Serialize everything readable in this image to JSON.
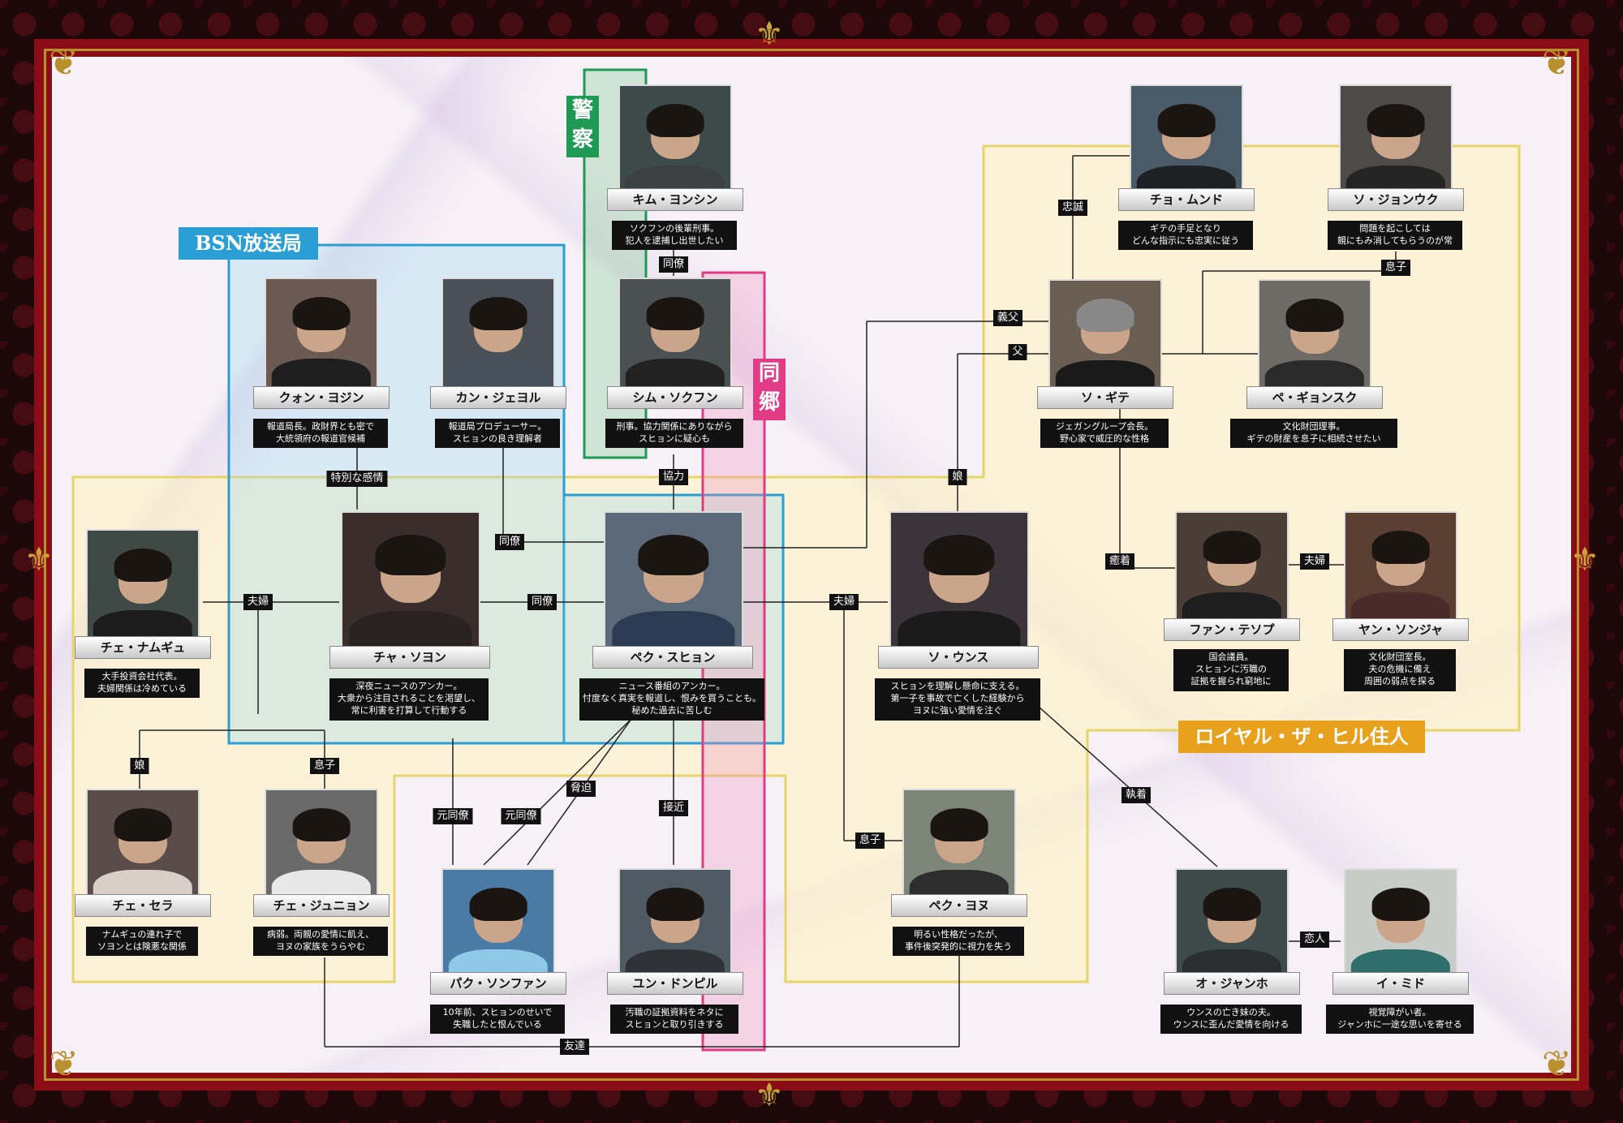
{
  "groups": {
    "police": "警察",
    "broadcast": "BSN放送局",
    "hometown": "同郷",
    "residents": "ロイヤル・ザ・ヒル住人"
  },
  "colors": {
    "police": "#1f9a55",
    "broadcast": "#2a9fd6",
    "hometown": "#e23b86",
    "residents": "#e8a11c",
    "frame": "#8a0c14"
  },
  "characters": [
    {
      "id": "kim",
      "name": "キム・ヨンシン",
      "desc": "ソクフンの後輩刑事。\n犯人を逮捕し出世したい"
    },
    {
      "id": "shim",
      "name": "シム・ソクフン",
      "desc": "刑事。協力関係にありながら\nスヒョンに疑心も"
    },
    {
      "id": "kwon",
      "name": "クォン・ヨジン",
      "desc": "報道局長。政財界とも密で\n大統領府の報道官候補"
    },
    {
      "id": "kang",
      "name": "カン・ジェヨル",
      "desc": "報道局プロデューサー。\nスヒョンの良き理解者"
    },
    {
      "id": "cha",
      "name": "チャ・ソヨン",
      "desc": "深夜ニュースのアンカー。\n大衆から注目されることを渇望し、\n常に利害を打算して行動する"
    },
    {
      "id": "baek",
      "name": "ペク・スヒョン",
      "desc": "ニュース番組のアンカー。\n忖度なく真実を報道し、恨みを買うことも。\n秘めた過去に苦しむ"
    },
    {
      "id": "choinam",
      "name": "チェ・ナムギュ",
      "desc": "大手投資会社代表。\n夫婦関係は冷めている"
    },
    {
      "id": "sera",
      "name": "チェ・セラ",
      "desc": "ナムギュの連れ子で\nソヨンとは険悪な関係"
    },
    {
      "id": "jun",
      "name": "チェ・ジュニョン",
      "desc": "病弱。両親の愛情に飢え、\nヨヌの家族をうらやむ"
    },
    {
      "id": "park",
      "name": "パク・ソンファン",
      "desc": "10年前、スヒョンのせいで\n失職したと恨んでいる"
    },
    {
      "id": "yoon",
      "name": "ユン・ドンピル",
      "desc": "汚職の証拠資料をネタに\nスヒョンと取り引きする"
    },
    {
      "id": "eunsu",
      "name": "ソ・ウンス",
      "desc": "スヒョンを理解し懸命に支える。\n第一子を事故で亡くした経験から\nヨヌに強い愛情を注ぐ"
    },
    {
      "id": "yeonu",
      "name": "ペク・ヨヌ",
      "desc": "明るい性格だったが、\n事件後突発的に視力を失う"
    },
    {
      "id": "cho",
      "name": "チョ・ムンド",
      "desc": "ギテの手足となり\nどんな指示にも忠実に従う"
    },
    {
      "id": "jeonguk",
      "name": "ソ・ジョンウク",
      "desc": "問題を起こしては\n親にもみ消してもらうのが常"
    },
    {
      "id": "gite",
      "name": "ソ・ギテ",
      "desc": "ジェガングループ会長。\n野心家で威圧的な性格"
    },
    {
      "id": "bae",
      "name": "ペ・ギョンスク",
      "desc": "文化財団理事。\nギテの財産を息子に相続させたい"
    },
    {
      "id": "hwang",
      "name": "ファン・テソプ",
      "desc": "国会議員。\nスヒョンに汚職の\n証拠を握られ窮地に"
    },
    {
      "id": "yang",
      "name": "ヤン・ソンジャ",
      "desc": "文化財団室長。\n夫の危機に備え\n周囲の弱点を探る"
    },
    {
      "id": "oh",
      "name": "オ・ジャンホ",
      "desc": "ウンスの亡き妹の夫。\nウンスに歪んだ愛情を向ける"
    },
    {
      "id": "mido",
      "name": "イ・ミド",
      "desc": "視覚障がい者。\nジャンホに一途な思いを寄せる"
    }
  ],
  "relations": [
    {
      "id": "r1",
      "label": "同僚"
    },
    {
      "id": "r2",
      "label": "協力"
    },
    {
      "id": "r3",
      "label": "特別な感情"
    },
    {
      "id": "r4",
      "label": "同僚"
    },
    {
      "id": "r5",
      "label": "夫婦"
    },
    {
      "id": "r6",
      "label": "同僚"
    },
    {
      "id": "r7",
      "label": "夫婦"
    },
    {
      "id": "r8",
      "label": "娘"
    },
    {
      "id": "r9",
      "label": "息子"
    },
    {
      "id": "r10",
      "label": "元同僚"
    },
    {
      "id": "r11",
      "label": "元同僚"
    },
    {
      "id": "r12",
      "label": "脅迫"
    },
    {
      "id": "r13",
      "label": "接近"
    },
    {
      "id": "r14",
      "label": "友達"
    },
    {
      "id": "r15",
      "label": "息子"
    },
    {
      "id": "r16",
      "label": "義父"
    },
    {
      "id": "r17",
      "label": "父"
    },
    {
      "id": "r18",
      "label": "娘"
    },
    {
      "id": "r19",
      "label": "忠誠"
    },
    {
      "id": "r20",
      "label": "息子"
    },
    {
      "id": "r21",
      "label": "癒着"
    },
    {
      "id": "r22",
      "label": "夫婦"
    },
    {
      "id": "r23",
      "label": "執着"
    },
    {
      "id": "r24",
      "label": "恋人"
    }
  ]
}
